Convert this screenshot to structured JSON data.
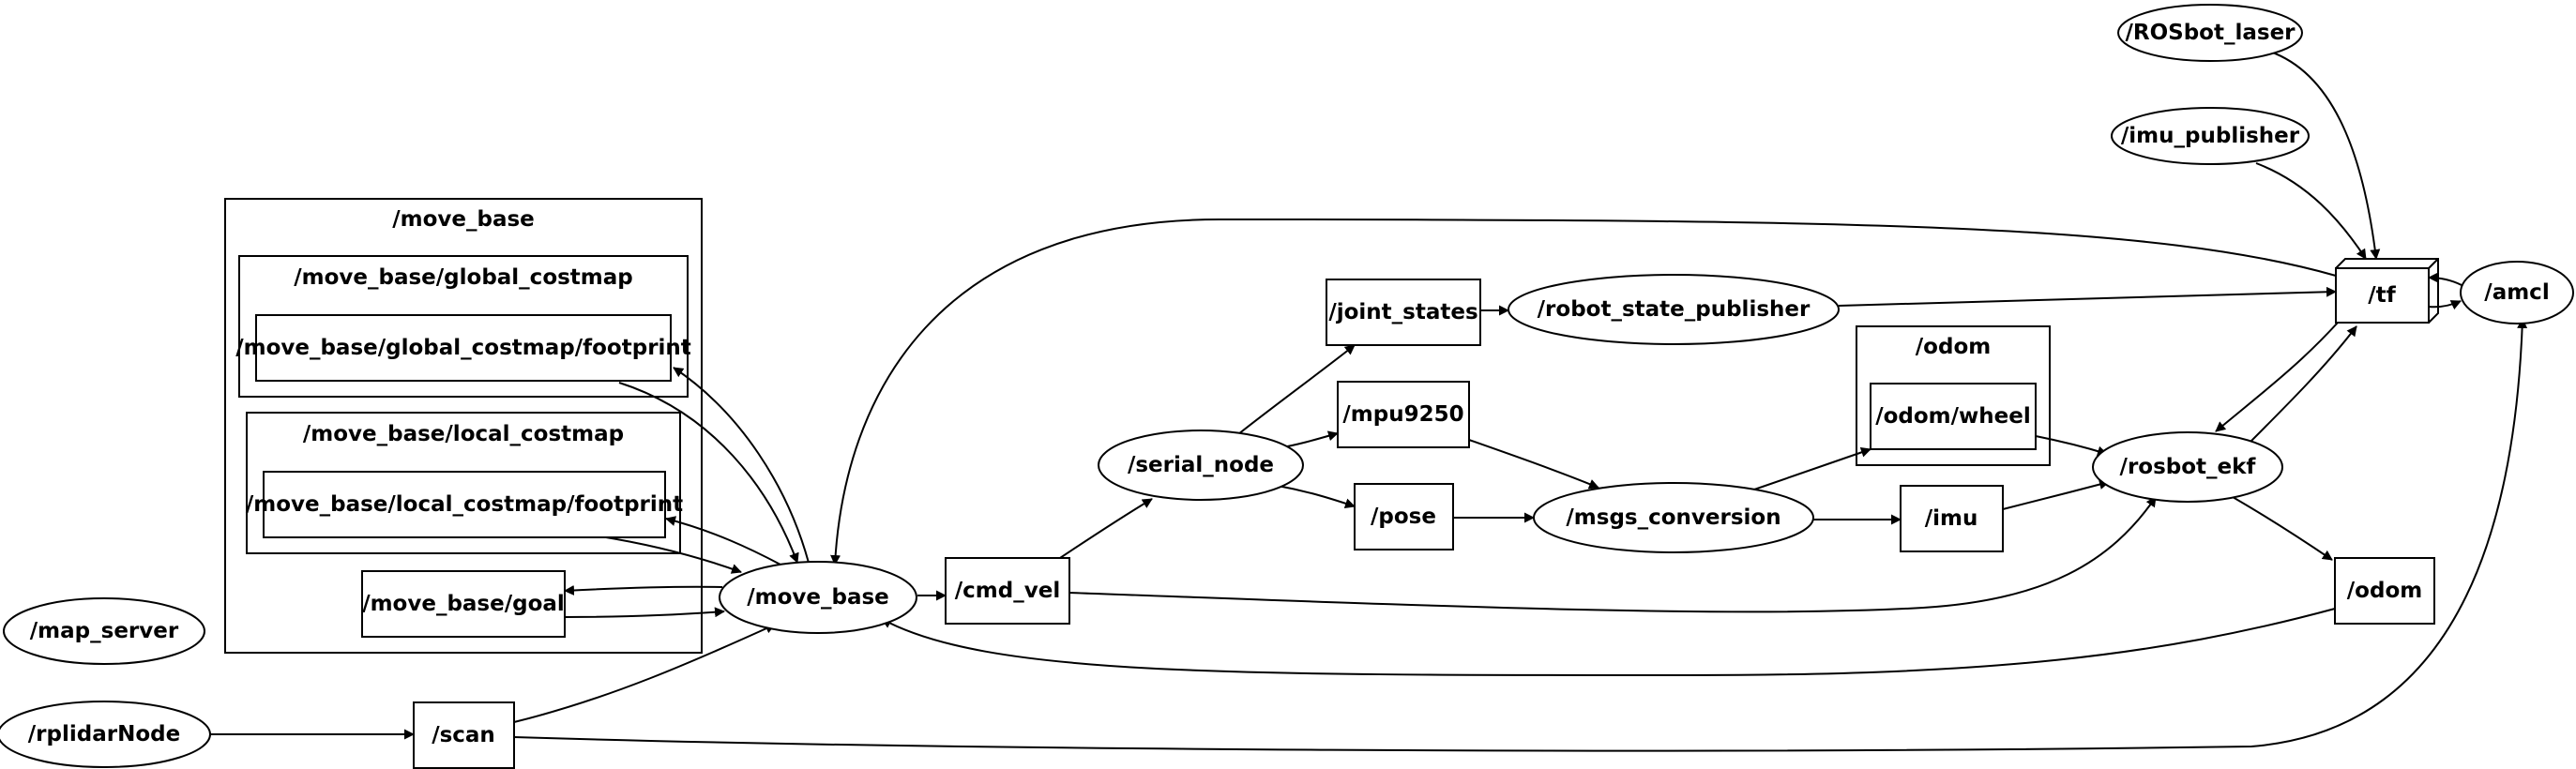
{
  "clusters": {
    "move_base": "/move_base",
    "global_costmap": "/move_base/global_costmap",
    "local_costmap": "/move_base/local_costmap",
    "odom_ns": "/odom"
  },
  "nodes": {
    "ros_laser": "/ROSbot_laser",
    "imu_publisher": "/imu_publisher",
    "tf": "/tf",
    "amcl": "/amcl",
    "global_footprint": "/move_base/global_costmap/footprint",
    "local_footprint": "/move_base/local_costmap/footprint",
    "goal": "/move_base/goal",
    "move_base": "/move_base",
    "map_server": "/map_server",
    "rplidar": "/rplidarNode",
    "scan": "/scan",
    "cmd_vel": "/cmd_vel",
    "serial_node": "/serial_node",
    "joint_states": "/joint_states",
    "robot_state_publisher": "/robot_state_publisher",
    "mpu9250": "/mpu9250",
    "pose": "/pose",
    "msgs_conversion": "/msgs_conversion",
    "odom_wheel": "/odom/wheel",
    "imu": "/imu",
    "rosbot_ekf": "/rosbot_ekf",
    "odom": "/odom"
  },
  "edges": [
    [
      "ros_laser",
      "tf"
    ],
    [
      "imu_publisher",
      "tf"
    ],
    [
      "amcl",
      "tf"
    ],
    [
      "tf",
      "amcl"
    ],
    [
      "tf",
      "move_base"
    ],
    [
      "robot_state_publisher",
      "tf"
    ],
    [
      "joint_states",
      "robot_state_publisher"
    ],
    [
      "rosbot_ekf",
      "tf"
    ],
    [
      "tf",
      "rosbot_ekf"
    ],
    [
      "global_footprint",
      "move_base"
    ],
    [
      "move_base",
      "global_footprint"
    ],
    [
      "local_footprint",
      "move_base"
    ],
    [
      "move_base",
      "local_footprint"
    ],
    [
      "move_base",
      "goal"
    ],
    [
      "goal",
      "move_base"
    ],
    [
      "move_base",
      "cmd_vel"
    ],
    [
      "rplidar",
      "scan"
    ],
    [
      "scan",
      "move_base"
    ],
    [
      "scan",
      "amcl"
    ],
    [
      "cmd_vel",
      "serial_node"
    ],
    [
      "cmd_vel",
      "rosbot_ekf"
    ],
    [
      "serial_node",
      "joint_states"
    ],
    [
      "serial_node",
      "mpu9250"
    ],
    [
      "serial_node",
      "pose"
    ],
    [
      "mpu9250",
      "msgs_conversion"
    ],
    [
      "pose",
      "msgs_conversion"
    ],
    [
      "msgs_conversion",
      "odom_wheel"
    ],
    [
      "msgs_conversion",
      "imu"
    ],
    [
      "odom_wheel",
      "rosbot_ekf"
    ],
    [
      "imu",
      "rosbot_ekf"
    ],
    [
      "rosbot_ekf",
      "odom"
    ],
    [
      "odom",
      "move_base"
    ]
  ]
}
